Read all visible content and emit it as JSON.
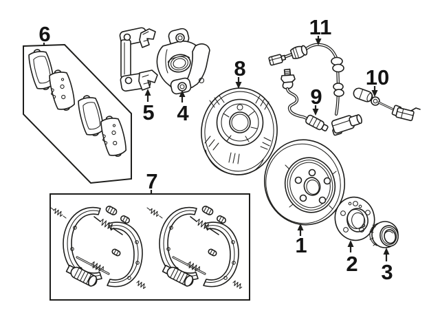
{
  "diagram": {
    "kind": "exploded-parts-line-drawing",
    "colors": {
      "line": "#1d1d1b",
      "background": "#ffffff",
      "label_text": "#141414"
    },
    "callouts": [
      {
        "label": "1"
      },
      {
        "label": "2"
      },
      {
        "label": "3"
      },
      {
        "label": "4"
      },
      {
        "label": "5"
      },
      {
        "label": "6"
      },
      {
        "label": "7"
      },
      {
        "label": "8"
      },
      {
        "label": "9"
      },
      {
        "label": "10"
      },
      {
        "label": "11"
      }
    ]
  }
}
